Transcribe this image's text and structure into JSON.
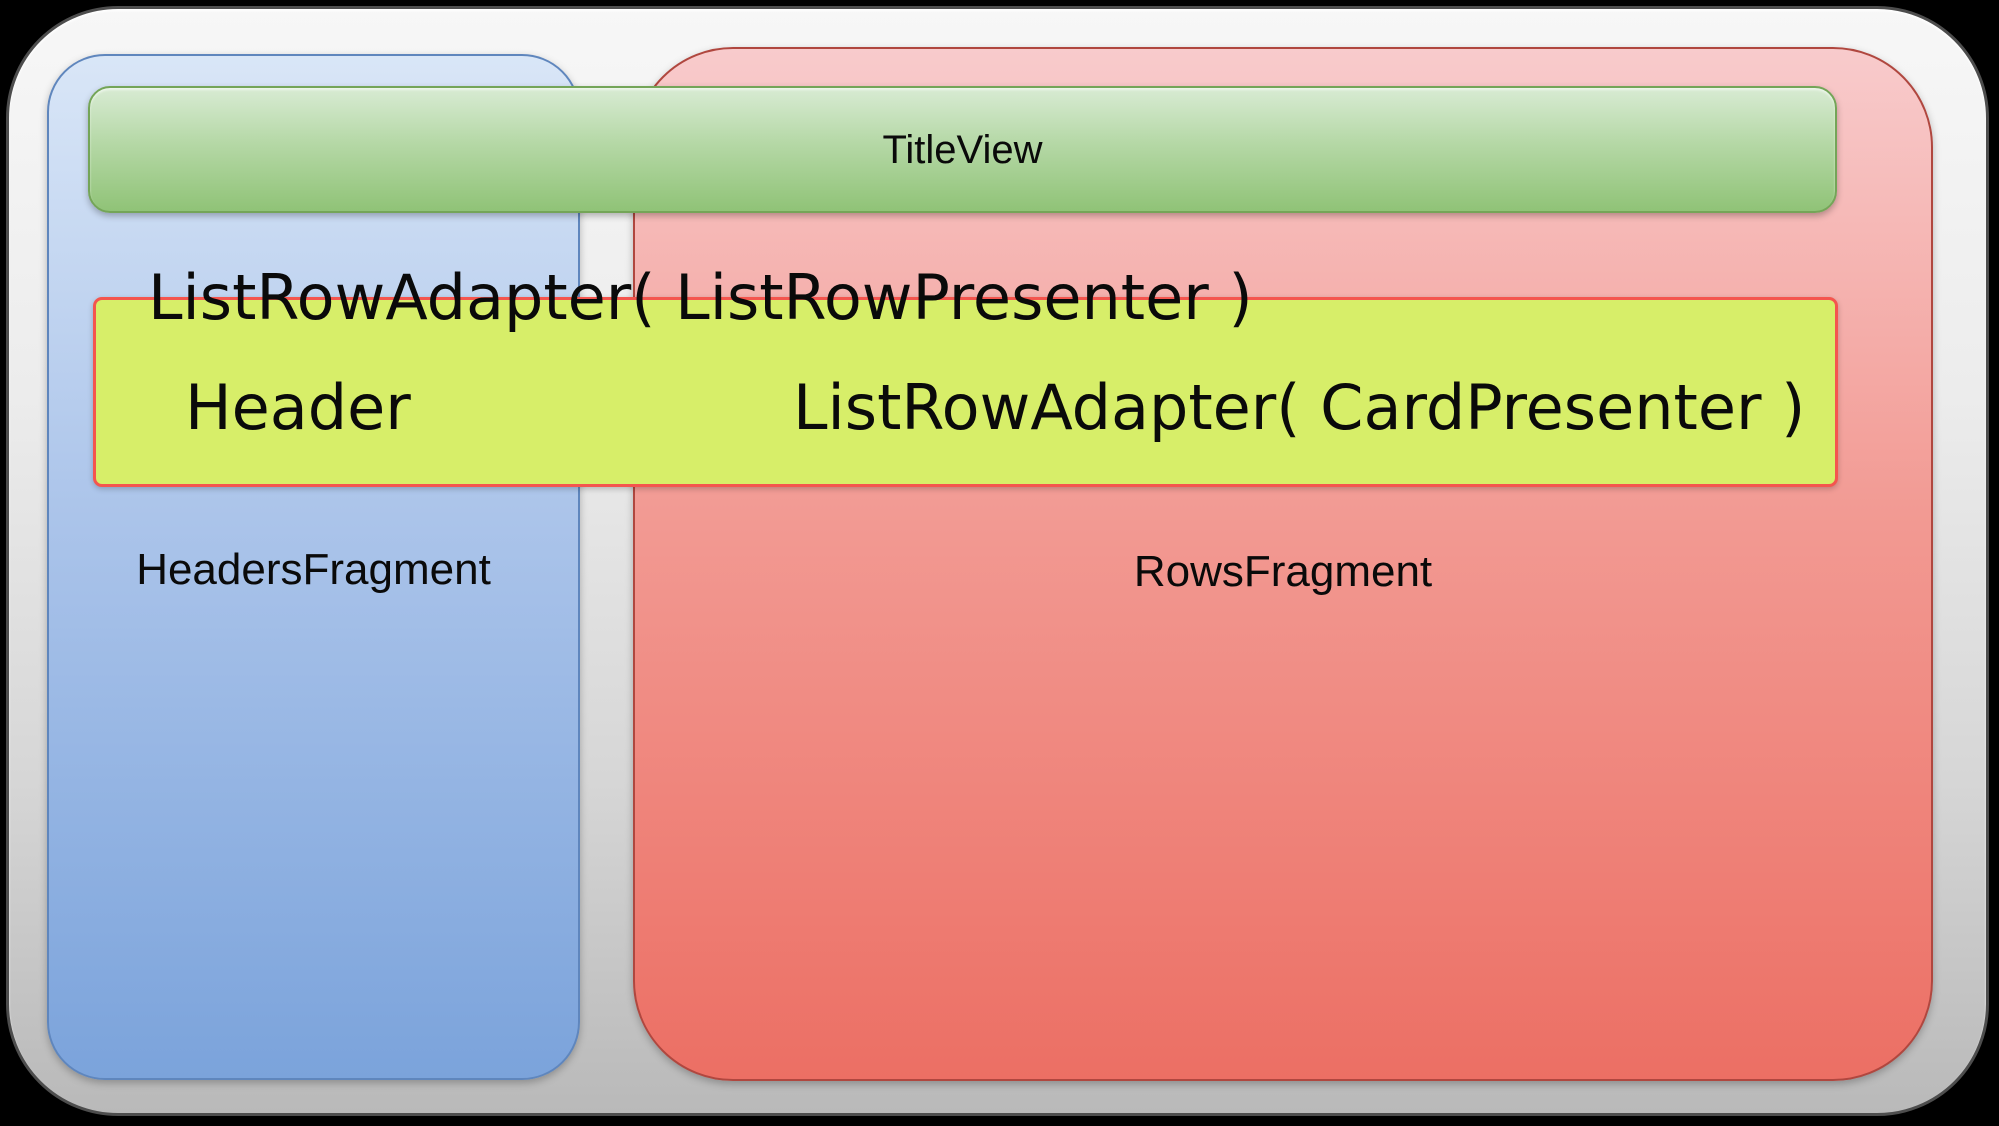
{
  "diagram": {
    "title_view_label": "TitleView",
    "list_row_adapter_presenter_label": "ListRowAdapter( ListRowPresenter )",
    "header_label": "Header",
    "list_row_adapter_card_label": "ListRowAdapter( CardPresenter )",
    "headers_fragment_label": "HeadersFragment",
    "rows_fragment_label": "RowsFragment"
  },
  "colors": {
    "background": "#000000",
    "text": "#0a0a0a",
    "frame_top": "#f7f7f7",
    "frame_bottom": "#b9b9b9",
    "frame_border": "#4d4d4d",
    "headers_panel_top": "#d9e6f7",
    "headers_panel_bottom": "#7ba3db",
    "headers_panel_border": "#5f86bd",
    "rows_panel_top": "#f8cbcc",
    "rows_panel_bottom": "#ec6f64",
    "rows_panel_border": "#b0473f",
    "title_bar_top": "#d8ebd3",
    "title_bar_bottom": "#90c377",
    "title_bar_border": "#74a558",
    "listrow_bar_fill": "#d7ee69",
    "listrow_bar_border": "#f4554e"
  }
}
